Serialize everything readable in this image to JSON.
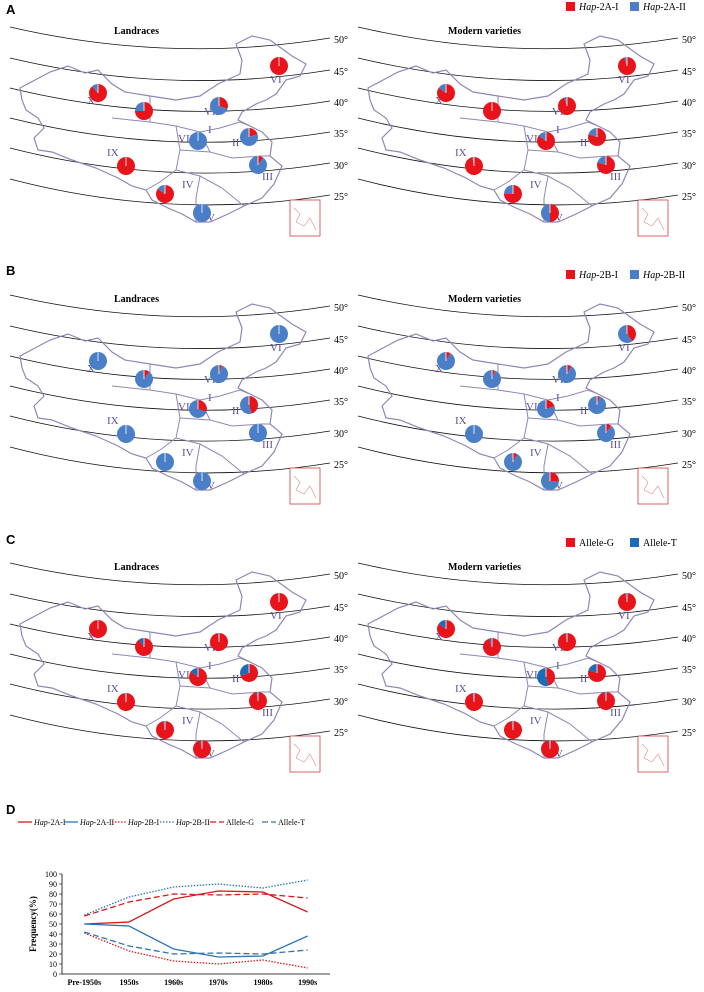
{
  "panels": [
    {
      "letter": "A",
      "legend": [
        {
          "prefix": "Hap",
          "suffix": "-2A-I",
          "color": "#e8141c"
        },
        {
          "prefix": "Hap",
          "suffix": "-2A-II",
          "color": "#4a7fc8"
        }
      ],
      "maps": [
        {
          "title": "Landraces",
          "pies": [
            {
              "region": "X",
              "first": 0.88
            },
            {
              "region": "VIII-north",
              "first": 0.75
            },
            {
              "region": "VII",
              "first": 0.3
            },
            {
              "region": "VI",
              "first": 1.0
            },
            {
              "region": "I",
              "first": 0.0
            },
            {
              "region": "II",
              "first": 0.2
            },
            {
              "region": "IX",
              "first": 1.0
            },
            {
              "region": "III",
              "first": 0.1
            },
            {
              "region": "IV",
              "first": 0.85
            },
            {
              "region": "V",
              "first": 0.0
            }
          ]
        },
        {
          "title": "Modern varieties",
          "pies": [
            {
              "region": "X",
              "first": 0.85
            },
            {
              "region": "VIII-north",
              "first": 1.0
            },
            {
              "region": "VII",
              "first": 0.95
            },
            {
              "region": "VI",
              "first": 0.95
            },
            {
              "region": "I",
              "first": 0.85
            },
            {
              "region": "II",
              "first": 0.8
            },
            {
              "region": "IX",
              "first": 0.97
            },
            {
              "region": "III",
              "first": 0.8
            },
            {
              "region": "IV",
              "first": 0.75
            },
            {
              "region": "V",
              "first": 0.5
            }
          ]
        }
      ]
    },
    {
      "letter": "B",
      "legend": [
        {
          "prefix": "Hap",
          "suffix": "-2B-I",
          "color": "#e8141c"
        },
        {
          "prefix": "Hap",
          "suffix": "-2B-II",
          "color": "#4a7fc8"
        }
      ],
      "maps": [
        {
          "title": "Landraces",
          "pies": [
            {
              "region": "X",
              "first": 0.0
            },
            {
              "region": "VIII-north",
              "first": 0.1
            },
            {
              "region": "VII",
              "first": 0.05
            },
            {
              "region": "VI",
              "first": 0.0
            },
            {
              "region": "I",
              "first": 0.3
            },
            {
              "region": "II",
              "first": 0.45
            },
            {
              "region": "IX",
              "first": 0.0
            },
            {
              "region": "III",
              "first": 0.0
            },
            {
              "region": "IV",
              "first": 0.0
            },
            {
              "region": "V",
              "first": 0.0
            }
          ]
        },
        {
          "title": "Modern varieties",
          "pies": [
            {
              "region": "X",
              "first": 0.08
            },
            {
              "region": "VIII-north",
              "first": 0.05
            },
            {
              "region": "VII",
              "first": 0.08
            },
            {
              "region": "VI",
              "first": 0.4
            },
            {
              "region": "I",
              "first": 0.2
            },
            {
              "region": "II",
              "first": 0.05
            },
            {
              "region": "IX",
              "first": 0.0
            },
            {
              "region": "III",
              "first": 0.1
            },
            {
              "region": "IV",
              "first": 0.08
            },
            {
              "region": "V",
              "first": 0.25
            }
          ]
        }
      ]
    },
    {
      "letter": "C",
      "legend": [
        {
          "prefix": "",
          "suffix": "Allele-G",
          "color": "#e8141c"
        },
        {
          "prefix": "",
          "suffix": "Allele-T",
          "color": "#1a6cb8"
        }
      ],
      "maps": [
        {
          "title": "Landraces",
          "pies": [
            {
              "region": "X",
              "first": 1.0
            },
            {
              "region": "VIII-north",
              "first": 0.9
            },
            {
              "region": "VII",
              "first": 0.98
            },
            {
              "region": "VI",
              "first": 0.98
            },
            {
              "region": "I",
              "first": 0.85
            },
            {
              "region": "II",
              "first": 0.7
            },
            {
              "region": "IX",
              "first": 0.98
            },
            {
              "region": "III",
              "first": 0.97
            },
            {
              "region": "IV",
              "first": 0.97
            },
            {
              "region": "V",
              "first": 0.97
            }
          ]
        },
        {
          "title": "Modern varieties",
          "pies": [
            {
              "region": "X",
              "first": 0.85
            },
            {
              "region": "VIII-north",
              "first": 0.95
            },
            {
              "region": "VII",
              "first": 0.97
            },
            {
              "region": "VI",
              "first": 0.97
            },
            {
              "region": "I",
              "first": 0.45
            },
            {
              "region": "II",
              "first": 0.8
            },
            {
              "region": "IX",
              "first": 0.97
            },
            {
              "region": "III",
              "first": 0.97
            },
            {
              "region": "IV",
              "first": 0.97
            },
            {
              "region": "V",
              "first": 0.97
            }
          ]
        }
      ]
    }
  ],
  "latitude_labels": [
    "50°",
    "45°",
    "40°",
    "35°",
    "30°",
    "25°"
  ],
  "region_labels": [
    "X",
    "VI",
    "VII",
    "VIII",
    "I",
    "II",
    "IX",
    "III",
    "IV",
    "V"
  ],
  "panel_d_letter": "D",
  "chart_data": {
    "type": "line",
    "categories": [
      "Pre-1950s",
      "1950s",
      "1960s",
      "1970s",
      "1980s",
      "1990s"
    ],
    "ylabel": "Frequency(%)",
    "ylim": [
      0,
      100
    ],
    "yticks": [
      0,
      10,
      20,
      30,
      40,
      50,
      60,
      70,
      80,
      90,
      100
    ],
    "series": [
      {
        "name": "Hap-2A-I",
        "name_italic": "Hap",
        "name_rest": "-2A-I",
        "color": "#d7191c",
        "dash": "solid",
        "values": [
          50,
          52,
          75,
          83,
          82,
          62
        ]
      },
      {
        "name": "Hap-2A-II",
        "name_italic": "Hap",
        "name_rest": "-2A-II",
        "color": "#2e75b6",
        "dash": "solid",
        "values": [
          50,
          48,
          25,
          17,
          18,
          38
        ]
      },
      {
        "name": "Hap-2B-I",
        "name_italic": "Hap",
        "name_rest": "-2B-I",
        "color": "#d7191c",
        "dash": "dotted",
        "values": [
          41,
          23,
          13,
          10,
          14,
          6
        ]
      },
      {
        "name": "Hap-2B-II",
        "name_italic": "Hap",
        "name_rest": "-2B-II",
        "color": "#2e75b6",
        "dash": "dotted",
        "values": [
          59,
          77,
          87,
          90,
          86,
          94
        ]
      },
      {
        "name": "Allele-G",
        "name_italic": "",
        "name_rest": "Allele-G",
        "color": "#d7191c",
        "dash": "dashed",
        "values": [
          58,
          72,
          80,
          79,
          80,
          76
        ]
      },
      {
        "name": "Allele-T",
        "name_italic": "",
        "name_rest": "Allele-T",
        "color": "#2e75b6",
        "dash": "dashed",
        "values": [
          42,
          28,
          20,
          21,
          20,
          24
        ]
      }
    ]
  }
}
